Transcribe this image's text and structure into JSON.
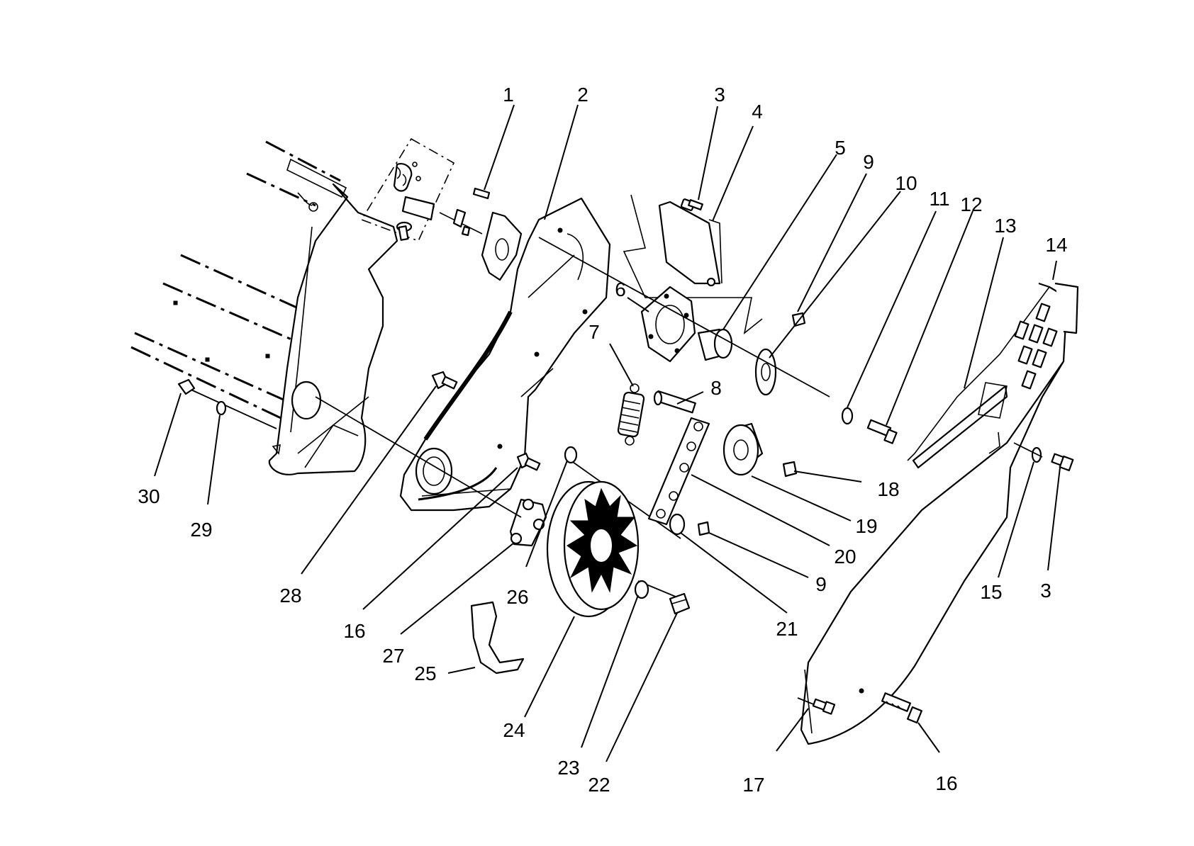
{
  "diagram": {
    "callouts": [
      {
        "id": "c1",
        "label": "1"
      },
      {
        "id": "c2",
        "label": "2"
      },
      {
        "id": "c3a",
        "label": "3"
      },
      {
        "id": "c4",
        "label": "4"
      },
      {
        "id": "c5",
        "label": "5"
      },
      {
        "id": "c9a",
        "label": "9"
      },
      {
        "id": "c10",
        "label": "10"
      },
      {
        "id": "c11",
        "label": "11"
      },
      {
        "id": "c12",
        "label": "12"
      },
      {
        "id": "c13",
        "label": "13"
      },
      {
        "id": "c14",
        "label": "14"
      },
      {
        "id": "c6",
        "label": "6"
      },
      {
        "id": "c7",
        "label": "7"
      },
      {
        "id": "c8",
        "label": "8"
      },
      {
        "id": "c18",
        "label": "18"
      },
      {
        "id": "c19",
        "label": "19"
      },
      {
        "id": "c20",
        "label": "20"
      },
      {
        "id": "c9b",
        "label": "9"
      },
      {
        "id": "c21",
        "label": "21"
      },
      {
        "id": "c15",
        "label": "15"
      },
      {
        "id": "c3b",
        "label": "3"
      },
      {
        "id": "c30",
        "label": "30"
      },
      {
        "id": "c29",
        "label": "29"
      },
      {
        "id": "c28",
        "label": "28"
      },
      {
        "id": "c16a",
        "label": "16"
      },
      {
        "id": "c27",
        "label": "27"
      },
      {
        "id": "c26",
        "label": "26"
      },
      {
        "id": "c25",
        "label": "25"
      },
      {
        "id": "c24",
        "label": "24"
      },
      {
        "id": "c23",
        "label": "23"
      },
      {
        "id": "c22",
        "label": "22"
      },
      {
        "id": "c17",
        "label": "17"
      },
      {
        "id": "c16b",
        "label": "16"
      }
    ]
  }
}
